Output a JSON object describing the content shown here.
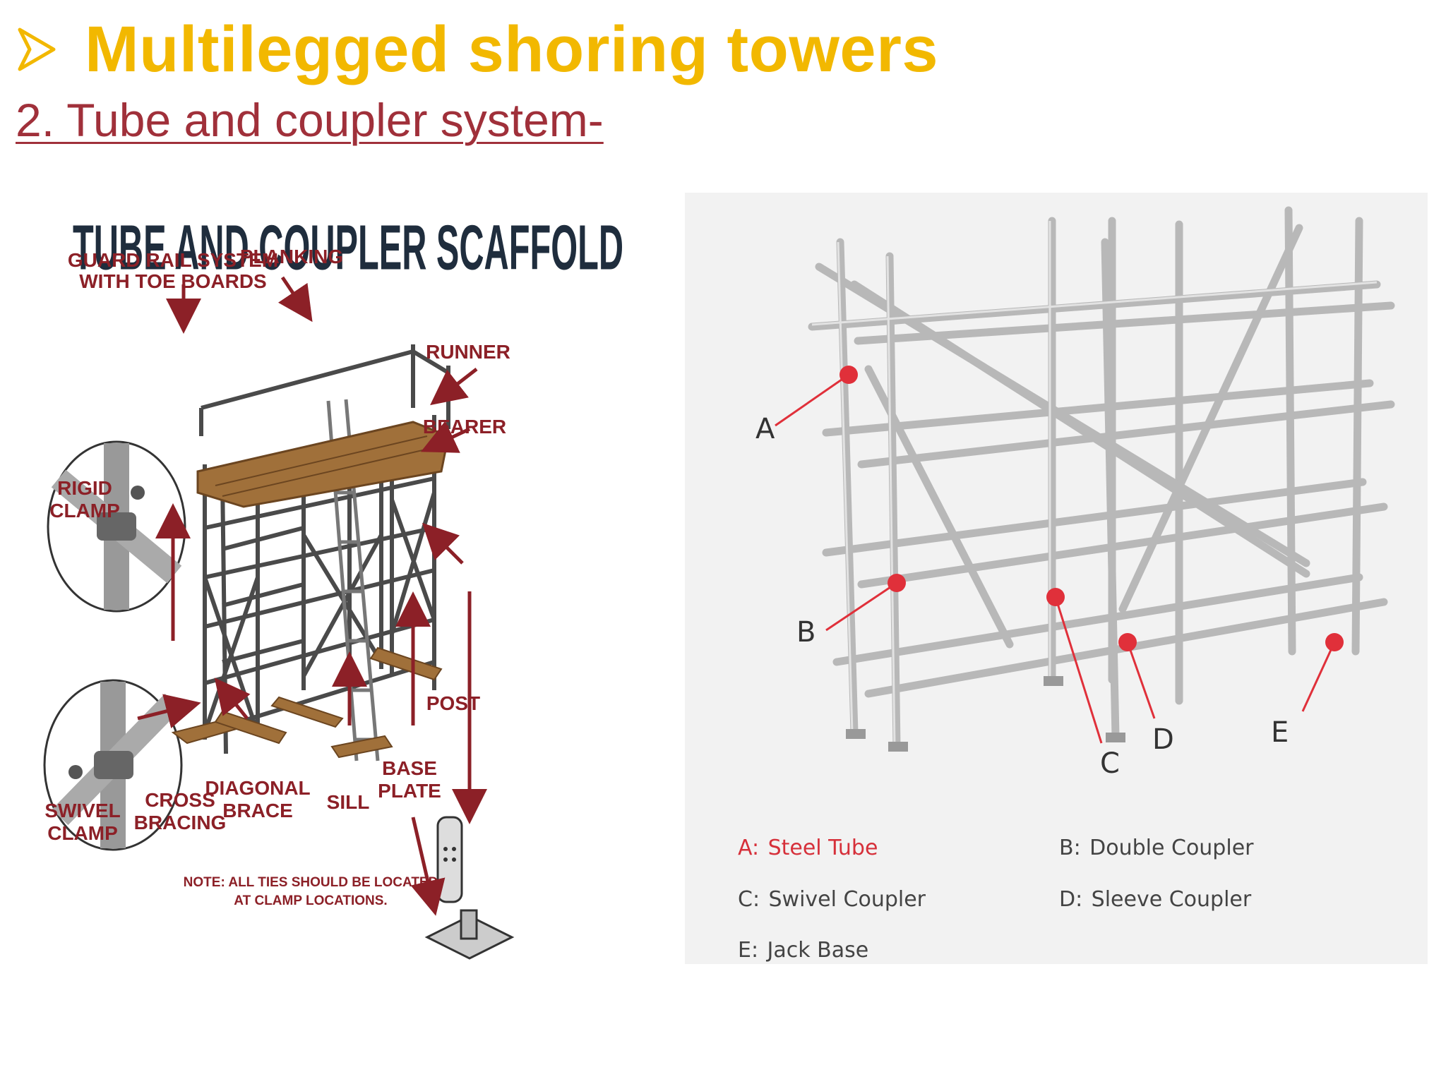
{
  "slide": {
    "title": "Multilegged shoring towers",
    "subtitle": "2. Tube and coupler system-"
  },
  "left_figure": {
    "heading": "TUBE AND COUPLER SCAFFOLD",
    "labels": {
      "guard_rail_1": "GUARD RAIL SYSTEM",
      "guard_rail_2": "WITH TOE BOARDS",
      "planking": "PLANKING",
      "runner": "RUNNER",
      "bearer": "BEARER",
      "rigid_1": "RIGID",
      "rigid_2": "CLAMP",
      "swivel_1": "SWIVEL",
      "swivel_2": "CLAMP",
      "post": "POST",
      "base_1": "BASE",
      "base_2": "PLATE",
      "cross_1": "CROSS",
      "cross_2": "BRACING",
      "diag_1": "DIAGONAL",
      "diag_2": "BRACE",
      "sill": "SILL",
      "note_1": "NOTE: ALL TIES SHOULD BE LOCATED",
      "note_2": "AT CLAMP LOCATIONS."
    }
  },
  "right_figure": {
    "markers": [
      "A",
      "B",
      "C",
      "D",
      "E"
    ],
    "legend": [
      {
        "key": "A:",
        "text": "Steel Tube",
        "highlight": true
      },
      {
        "key": "B:",
        "text": "Double Coupler",
        "highlight": false
      },
      {
        "key": "C:",
        "text": "Swivel Coupler",
        "highlight": false
      },
      {
        "key": "D:",
        "text": "Sleeve Coupler",
        "highlight": false
      },
      {
        "key": "E:",
        "text": "Jack Base",
        "highlight": false
      }
    ]
  },
  "colors": {
    "title": "#f2b800",
    "subtitle": "#a0303a",
    "heading": "#1f2d3d",
    "label": "#8c2027",
    "marker": "#e0303a",
    "plank": "#a0703a"
  }
}
